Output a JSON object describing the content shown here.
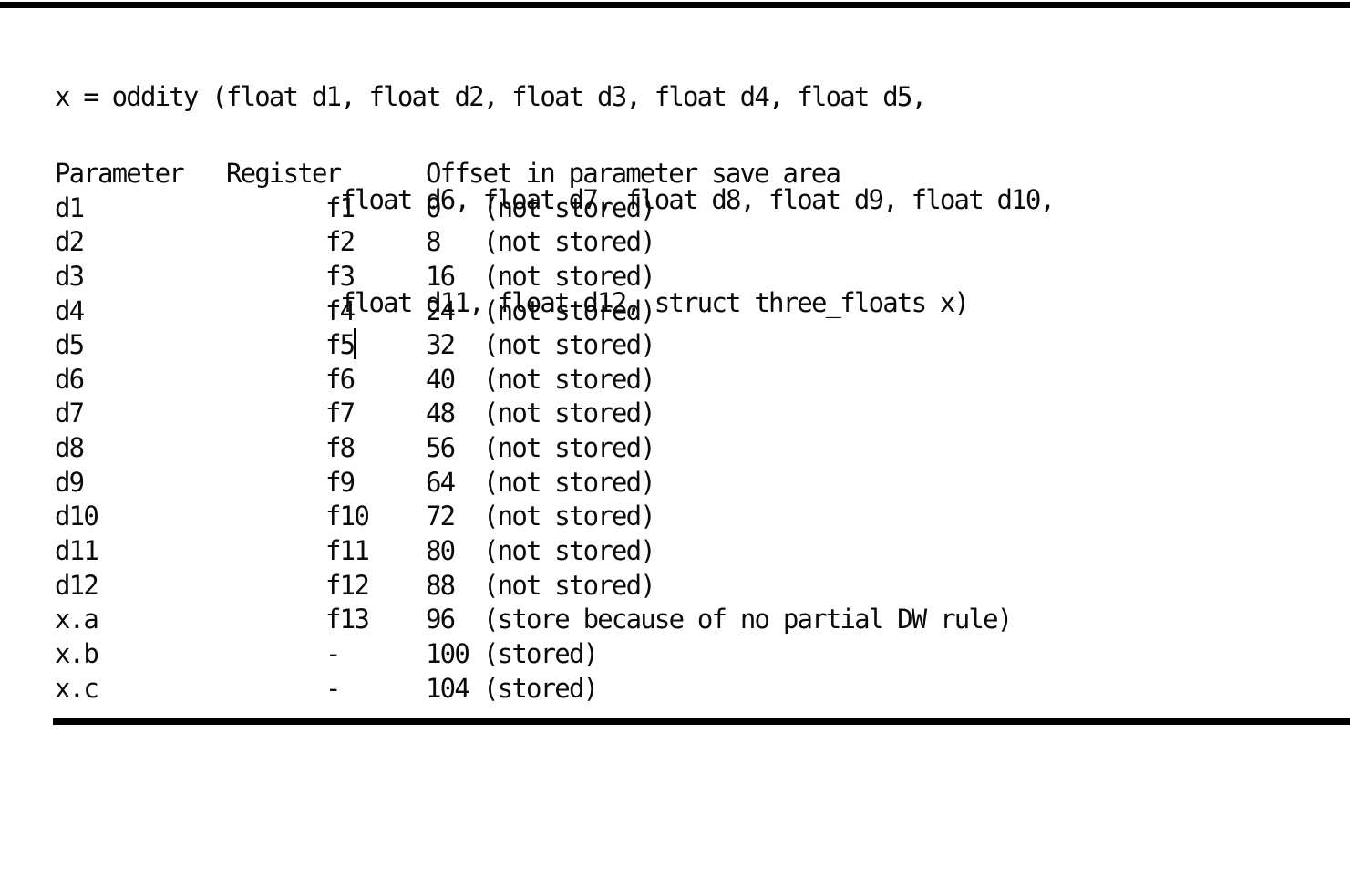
{
  "code": {
    "line1": "x = oddity (float d1, float d2, float d3, float d4, float d5,",
    "line2": "                    float d6, float d7, float d8, float d9, float d10,",
    "line3": "                    float d11, float d12, struct three_floats x)"
  },
  "table": {
    "headers": {
      "parameter": "Parameter",
      "register": "Register",
      "offset": "Offset in parameter save area"
    },
    "rows": [
      {
        "parameter": "d1",
        "register": "f1",
        "offset": "0",
        "note": "(not stored)"
      },
      {
        "parameter": "d2",
        "register": "f2",
        "offset": "8",
        "note": "(not stored)"
      },
      {
        "parameter": "d3",
        "register": "f3",
        "offset": "16",
        "note": "(not stored)"
      },
      {
        "parameter": "d4",
        "register": "f4",
        "offset": "24",
        "note": "(not stored)"
      },
      {
        "parameter": "d5",
        "register": "f5",
        "offset": "32",
        "note": "(not stored)"
      },
      {
        "parameter": "d6",
        "register": "f6",
        "offset": "40",
        "note": "(not stored)"
      },
      {
        "parameter": "d7",
        "register": "f7",
        "offset": "48",
        "note": "(not stored)"
      },
      {
        "parameter": "d8",
        "register": "f8",
        "offset": "56",
        "note": "(not stored)"
      },
      {
        "parameter": "d9",
        "register": "f9",
        "offset": "64",
        "note": "(not stored)"
      },
      {
        "parameter": "d10",
        "register": "f10",
        "offset": "72",
        "note": "(not stored)"
      },
      {
        "parameter": "d11",
        "register": "f11",
        "offset": "80",
        "note": "(not stored)"
      },
      {
        "parameter": "d12",
        "register": "f12",
        "offset": "88",
        "note": "(not stored)"
      },
      {
        "parameter": "x.a",
        "register": "f13",
        "offset": "96",
        "note": "(store because of no partial DW rule)"
      },
      {
        "parameter": "x.b",
        "register": "-",
        "offset": "100",
        "note": "(stored)"
      },
      {
        "parameter": "x.c",
        "register": "-",
        "offset": "104",
        "note": "(stored)"
      }
    ]
  },
  "cursor": {
    "after_text": "f5",
    "row_parameter": "d5"
  },
  "colors": {
    "text": "#0a0a0a",
    "rule": "#000000",
    "background": "#ffffff"
  }
}
